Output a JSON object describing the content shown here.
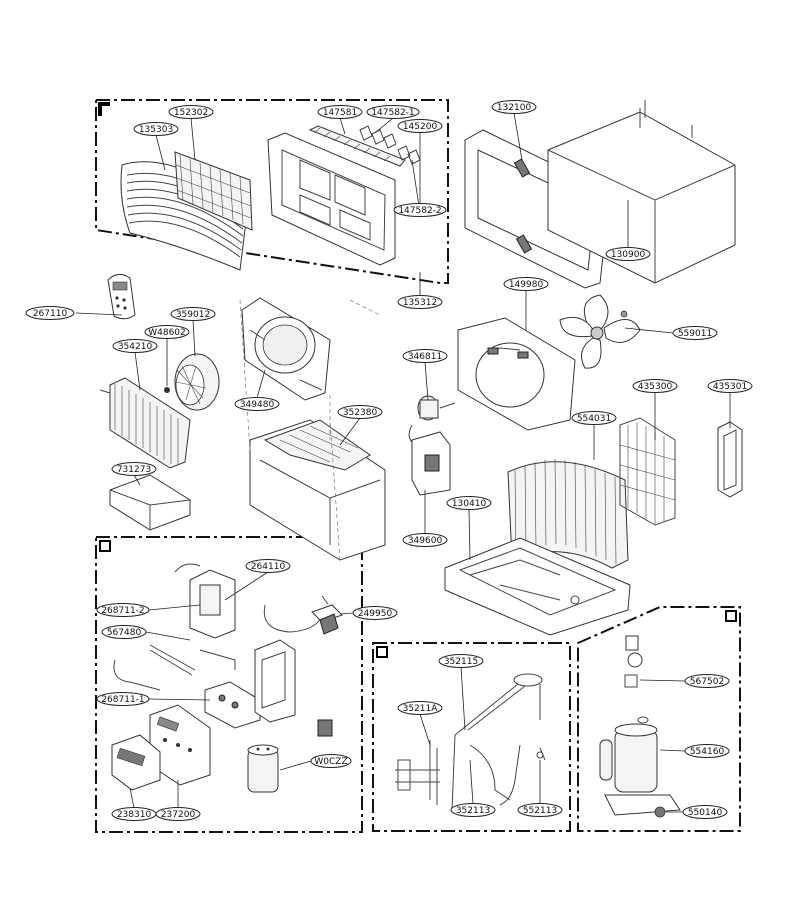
{
  "labels": {
    "l152302": "152302",
    "l147581": "147581",
    "l147582_1": "147582-1",
    "l135303": "135303",
    "l145200": "145200",
    "l147582_2": "147582-2",
    "l135312": "135312",
    "l132100": "132100",
    "l130900": "130900",
    "l267110": "267110",
    "l359012": "359012",
    "lW48602": "W48602",
    "l354210": "354210",
    "l349480": "349480",
    "l149980": "149980",
    "l559011": "559011",
    "l346811": "346811",
    "l435300": "435300",
    "l435301": "435301",
    "l352380": "352380",
    "l554031": "554031",
    "l731273": "731273",
    "l130410": "130410",
    "l349600": "349600",
    "l264110": "264110",
    "l268711_2": "268711-2",
    "l249950": "249950",
    "l567480": "567480",
    "l268711_1": "268711-1",
    "lW0CZZ": "W0CZZ",
    "l238310": "238310",
    "l237200": "237200",
    "l352115": "352115",
    "l35211A": "35211A",
    "l352113": "352113",
    "l552113": "552113",
    "l567502": "567502",
    "l554160": "554160",
    "l550140": "550140"
  }
}
